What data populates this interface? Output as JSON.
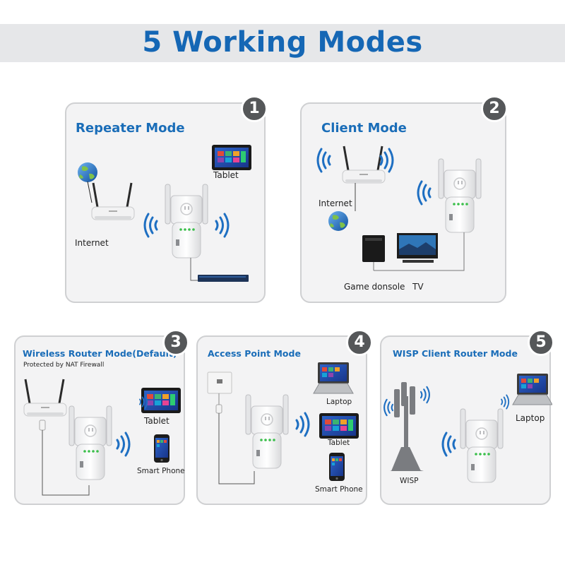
{
  "banner": {
    "title": "5 Working Modes"
  },
  "modes": [
    {
      "number": "1",
      "title": "Repeater Mode",
      "labels": {
        "tablet": "Tablet",
        "internet": "Internet"
      }
    },
    {
      "number": "2",
      "title": "Client Mode",
      "labels": {
        "internet": "Internet",
        "game": "Game donsole",
        "tv": "TV"
      }
    },
    {
      "number": "3",
      "title": "Wireless Router Mode(Default)",
      "subtitle": "Protected by NAT Firewall",
      "labels": {
        "tablet": "Tablet",
        "phone": "Smart Phone"
      }
    },
    {
      "number": "4",
      "title": "Access Point Mode",
      "labels": {
        "laptop": "Laptop",
        "tablet": "Tablet",
        "phone": "Smart Phone"
      }
    },
    {
      "number": "5",
      "title": "WISP Client Router Mode",
      "labels": {
        "laptop": "Laptop",
        "wisp": "WISP"
      }
    }
  ],
  "colors": {
    "title_blue": "#1567b5",
    "mode_title_blue": "#1a6db8",
    "card_bg": "#f3f3f4",
    "badge": "#555759",
    "wifi_blue": "#1e6fc2"
  }
}
